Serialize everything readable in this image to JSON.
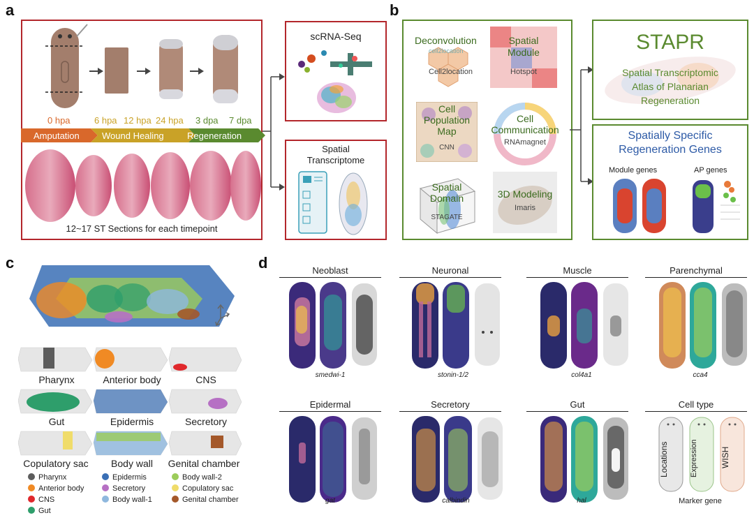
{
  "panels": {
    "a": "a",
    "b": "b",
    "c": "c",
    "d": "d"
  },
  "panel_a": {
    "timepoints": [
      "0 hpa",
      "6 hpa",
      "12 hpa",
      "24 hpa",
      "3 dpa",
      "7 dpa"
    ],
    "phases": [
      "Amputation",
      "Wound Healing",
      "Regeneration"
    ],
    "sections_caption": "12~17 ST Sections for each timepoint",
    "scrna_title": "scRNA-Seq",
    "spatial_title_1": "Spatial",
    "spatial_title_2": "Transcriptome",
    "phase_colors": [
      "#d9682b",
      "#c9a227",
      "#5a8a2f"
    ]
  },
  "panel_b": {
    "deconvolution": "Deconvolution",
    "cell2location_small": "cell2location",
    "cell2location": "Cell2location",
    "spatial_module_1": "Spatial",
    "spatial_module_2": "Module",
    "hotspot": "Hotspot",
    "cell_pop_1": "Cell",
    "cell_pop_2": "Population",
    "cell_pop_3": "Map",
    "cnn": "CNN",
    "cell_comm_1": "Cell",
    "cell_comm_2": "Communication",
    "rnamagnet": "RNAmagnet",
    "spatial_domain_1": "Spatial",
    "spatial_domain_2": "Domain",
    "stagate": "STAGATE",
    "modeling": "3D Modeling",
    "imaris": "Imaris",
    "stapr": "STAPR",
    "stapr_sub_1": "Spatial Transcriptomic",
    "stapr_sub_2": "Atlas of Planarian",
    "stapr_sub_3": "Regeneration",
    "ssrg_1": "Spatially Specific",
    "ssrg_2": "Regeneration Genes",
    "module_genes": "Module genes",
    "ap_genes": "AP genes"
  },
  "panel_c": {
    "regions": [
      "Pharynx",
      "Anterior body",
      "CNS",
      "Gut",
      "Epidermis",
      "Secretory",
      "Copulatory sac",
      "Body wall",
      "Genital chamber"
    ],
    "legend": [
      {
        "label": "Pharynx",
        "color": "#5c5c5c"
      },
      {
        "label": "Anterior body",
        "color": "#f08a24"
      },
      {
        "label": "CNS",
        "color": "#e0282c"
      },
      {
        "label": "Gut",
        "color": "#2e9e6b"
      },
      {
        "label": "Epidermis",
        "color": "#3a6fb5"
      },
      {
        "label": "Secretory",
        "color": "#b670c4"
      },
      {
        "label": "Body wall-1",
        "color": "#8fb8de"
      },
      {
        "label": "Body wall-2",
        "color": "#9ccc5a"
      },
      {
        "label": "Copulatory sac",
        "color": "#f0dc6a"
      },
      {
        "label": "Genital chamber",
        "color": "#a4582a"
      }
    ]
  },
  "panel_d": {
    "cells": [
      {
        "title": "Neoblast",
        "gene": "smedwi-1"
      },
      {
        "title": "Neuronal",
        "gene": "stonin-1/2"
      },
      {
        "title": "Muscle",
        "gene": "col4a1"
      },
      {
        "title": "Parenchymal",
        "gene": "cca4"
      },
      {
        "title": "Epidermal",
        "gene": "gat"
      },
      {
        "title": "Secretory",
        "gene": "calbindin"
      },
      {
        "title": "Gut",
        "gene": "hal"
      },
      {
        "title": "Cell type",
        "gene": "Marker gene"
      }
    ],
    "legend_labels": [
      "Locations",
      "Expression",
      "WISH"
    ]
  }
}
